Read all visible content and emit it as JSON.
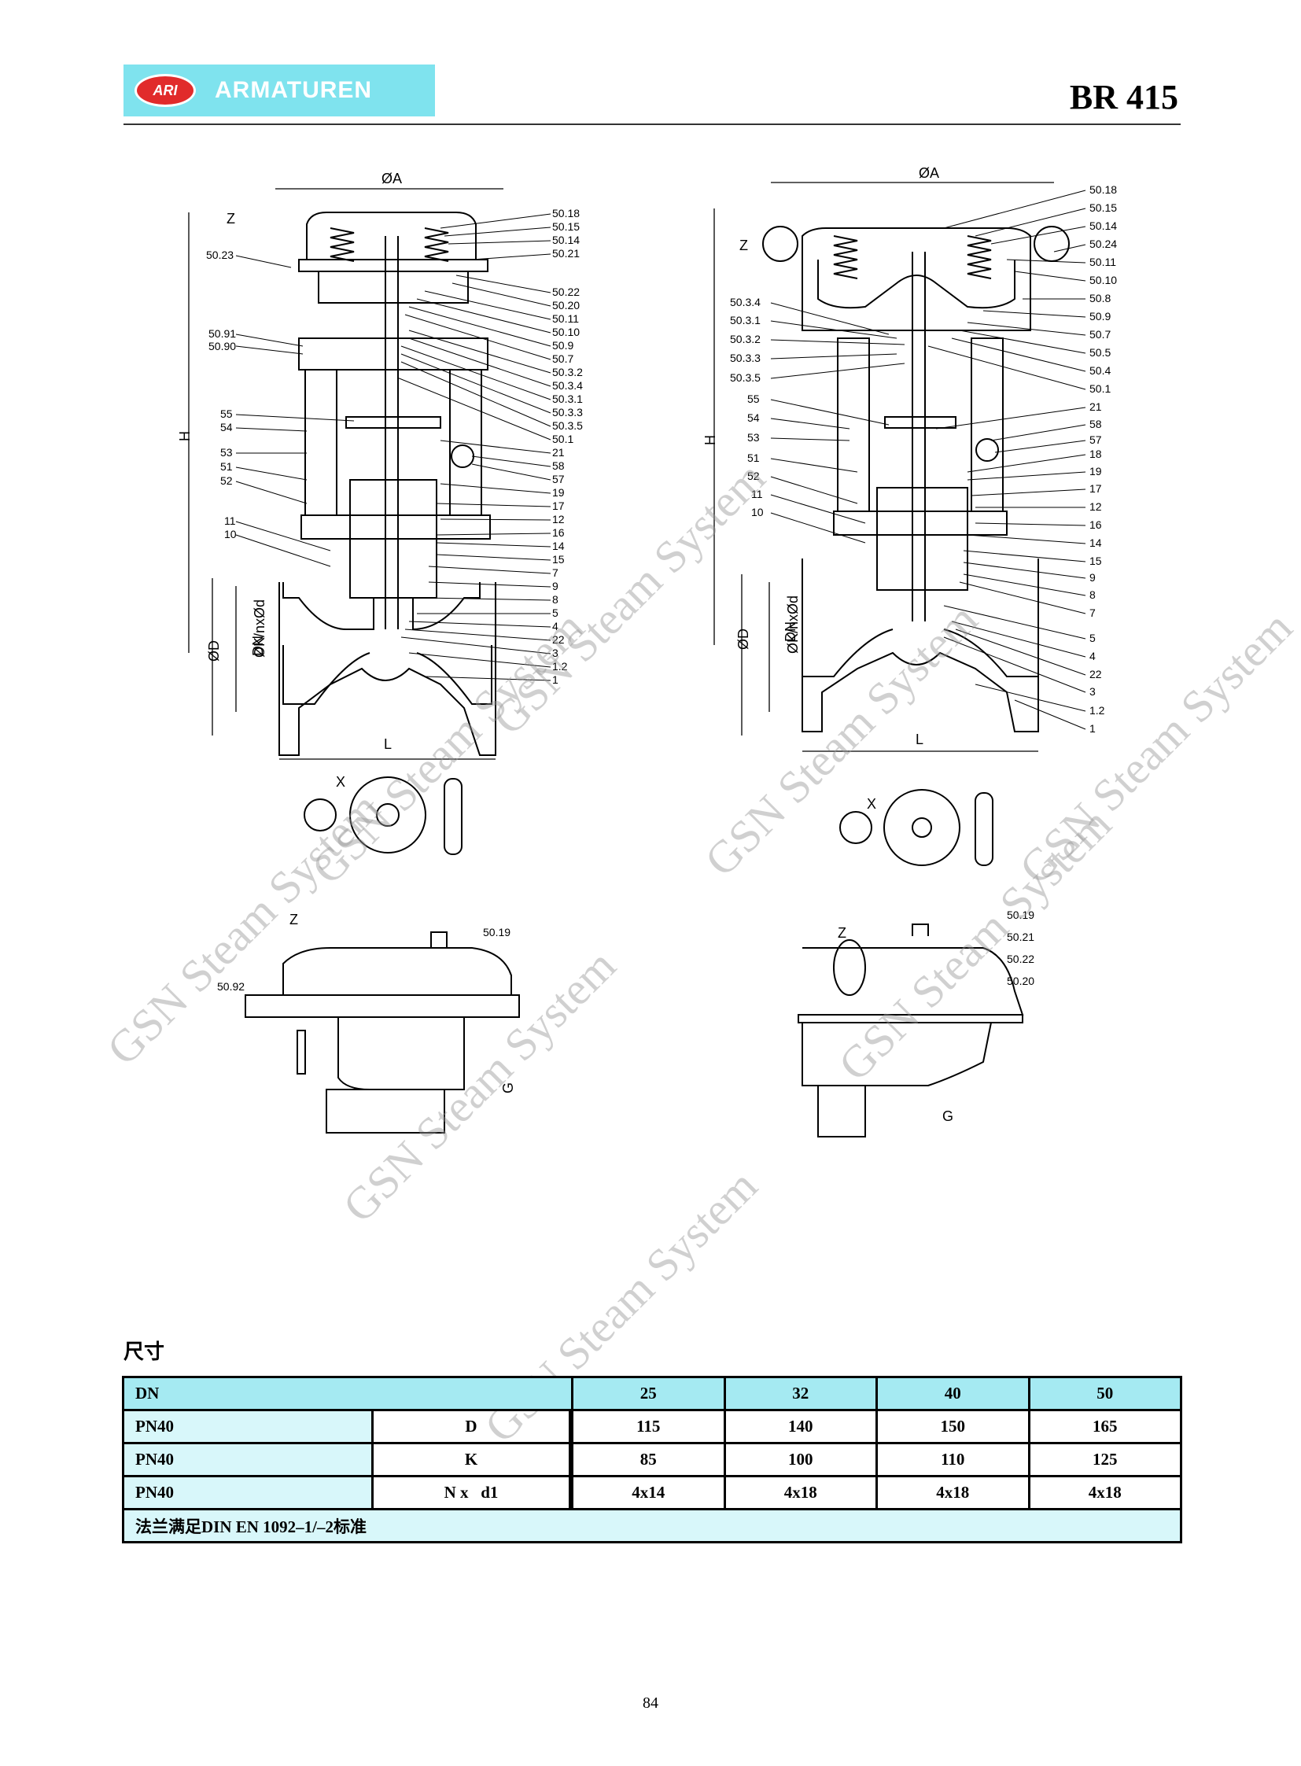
{
  "header": {
    "logo_badge": "ARI",
    "logo_text": "ARMATUREN",
    "doc_code": "BR 415"
  },
  "drawing": {
    "left_callouts": [
      "50.18",
      "50.15",
      "50.14",
      "50.21",
      "50.22",
      "50.20",
      "50.11",
      "50.10",
      "50.9",
      "50.7",
      "50.3.2",
      "50.3.4",
      "50.3.1",
      "50.3.3",
      "50.3.5",
      "50.1",
      "21",
      "58",
      "57",
      "19",
      "17",
      "12",
      "16",
      "14",
      "15",
      "7",
      "9",
      "8",
      "5",
      "4",
      "22",
      "3",
      "1.2",
      "1"
    ],
    "left_side_labels": [
      "50.23",
      "50.91",
      "50.90",
      "55",
      "54",
      "53",
      "51",
      "52",
      "11",
      "10"
    ],
    "right_callouts": [
      "50.18",
      "50.15",
      "50.14",
      "50.24",
      "50.11",
      "50.10",
      "50.8",
      "50.9",
      "50.7",
      "50.5",
      "50.4",
      "50.1",
      "21",
      "58",
      "57",
      "18",
      "19",
      "17",
      "12",
      "16",
      "14",
      "15",
      "9",
      "8",
      "7",
      "5",
      "4",
      "22",
      "3",
      "1.2",
      "1"
    ],
    "right_side_labels": [
      "50.3.4",
      "50.3.1",
      "50.3.2",
      "50.3.3",
      "50.3.5",
      "55",
      "54",
      "53",
      "51",
      "52",
      "11",
      "10"
    ],
    "dim_labels": {
      "a": "ØA",
      "h": "H",
      "l": "L",
      "d": "ØD",
      "k": "ØK/nxØd",
      "dn": "DN",
      "z": "Z",
      "x": "X",
      "g": "G"
    },
    "lower_left_labels": [
      "50.19",
      "50.92"
    ],
    "lower_right_labels": [
      "50.19",
      "50.21",
      "50.22",
      "50.20"
    ]
  },
  "watermark": "GSN Steam System",
  "section_title": "尺寸",
  "table": {
    "header": [
      "DN",
      "25",
      "32",
      "40",
      "50"
    ],
    "rows": [
      {
        "pn": "PN40",
        "label": "D",
        "values": [
          "115",
          "140",
          "150",
          "165"
        ]
      },
      {
        "pn": "PN40",
        "label": "K",
        "values": [
          "85",
          "100",
          "110",
          "125"
        ]
      },
      {
        "pn": "PN40",
        "label": "N x   d1",
        "values": [
          "4x14",
          "4x18",
          "4x18",
          "4x18"
        ]
      }
    ],
    "note": "法兰满足DIN EN 1092–1/–2标准"
  },
  "page_number": "84"
}
